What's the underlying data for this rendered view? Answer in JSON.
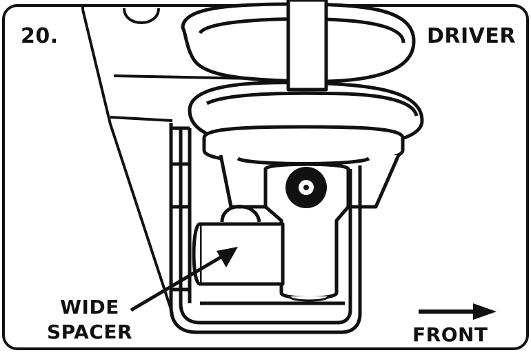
{
  "step_number": "20.",
  "side_label": "DRIVER",
  "callout": {
    "line1": "WIDE",
    "line2": "SPACER"
  },
  "direction_label": "FRONT",
  "colors": {
    "ink": "#111111",
    "background": "#ffffff"
  }
}
